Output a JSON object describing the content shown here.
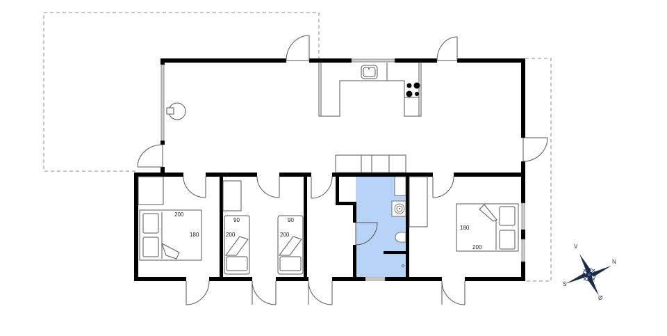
{
  "floorplan": {
    "colors": {
      "wall": "#000000",
      "bathroom_fill": "#b7d3f7",
      "outline": "#555555",
      "terrace_dash": "#8a8a8a",
      "compass": "#1a2a4a"
    },
    "rooms": [
      {
        "name": "living-kitchen",
        "type": "open living room with kitchen"
      },
      {
        "name": "bedroom-1",
        "type": "double bedroom",
        "bed": {
          "width": "180",
          "length": "200"
        }
      },
      {
        "name": "bedroom-2",
        "type": "single bedroom",
        "bed": {
          "width": "90",
          "length": "200"
        }
      },
      {
        "name": "bedroom-3",
        "type": "single bedroom",
        "bed": {
          "width": "90",
          "length": "200"
        }
      },
      {
        "name": "bathroom",
        "type": "bathroom",
        "fixtures": [
          "sink",
          "toilet",
          "shower-drain"
        ]
      },
      {
        "name": "bedroom-4",
        "type": "double bedroom",
        "bed": {
          "width": "180",
          "length": "200"
        }
      }
    ],
    "kitchen": {
      "fixtures": [
        "sink",
        "hob-4-burners"
      ]
    },
    "terraces": [
      {
        "name": "terrace-left",
        "style": "dashed"
      },
      {
        "name": "terrace-right",
        "style": "dashed"
      }
    ],
    "compass": {
      "north": "N",
      "south": "S",
      "east": "Ø",
      "west": "V"
    }
  }
}
